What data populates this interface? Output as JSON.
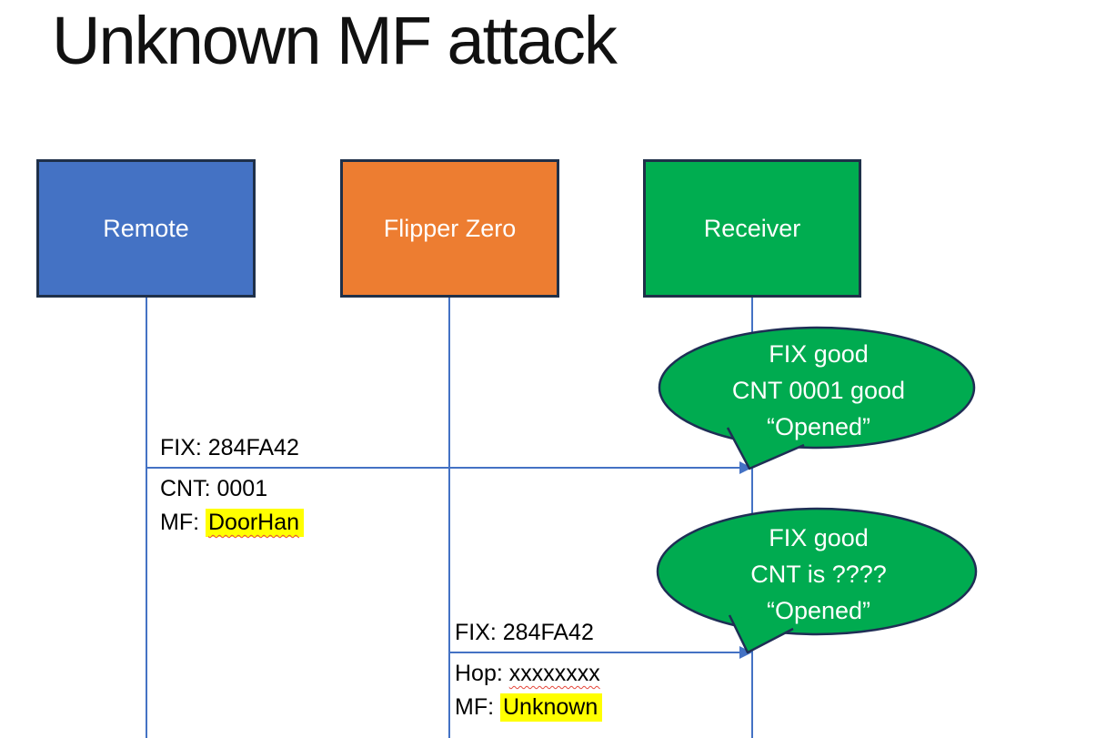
{
  "slide": {
    "title": "Unknown MF attack",
    "background": "#FFFFFF"
  },
  "actors": [
    {
      "label": "Remote",
      "fill": "#4472C4",
      "border": "#1F3049",
      "text_color": "#FFFFFF"
    },
    {
      "label": "Flipper Zero",
      "fill": "#ED7D31",
      "border": "#1F3049",
      "text_color": "#FFFFFF"
    },
    {
      "label": "Receiver",
      "fill": "#00AD50",
      "border": "#1F3049",
      "text_color": "#FFFFFF"
    }
  ],
  "messages": [
    {
      "from": "Remote",
      "to": "Receiver",
      "above": "FIX: 284FA42",
      "below": [
        {
          "prefix": "CNT: ",
          "value": "0001",
          "highlight": false,
          "squiggle": false
        },
        {
          "prefix": "MF: ",
          "value": "DoorHan",
          "highlight": true,
          "squiggle": true
        }
      ]
    },
    {
      "from": "Flipper Zero",
      "to": "Receiver",
      "above": "FIX: 284FA42",
      "below": [
        {
          "prefix": "Hop: ",
          "value": "xxxxxxxx",
          "highlight": false,
          "squiggle": true
        },
        {
          "prefix": "MF: ",
          "value": "Unknown",
          "highlight": true,
          "squiggle": false
        }
      ]
    }
  ],
  "callouts": [
    {
      "lines": [
        "FIX good",
        "CNT 0001 good",
        "“Opened”"
      ],
      "fill": "#00AB50",
      "border": "#1F2E55"
    },
    {
      "lines": [
        "FIX good",
        "CNT is ????",
        "“Opened”"
      ],
      "fill": "#00AB50",
      "border": "#1F2E55"
    }
  ],
  "colors": {
    "lifeline_and_arrow": "#4472C4",
    "highlight": "#FFFF00",
    "squiggle": "#E5473A",
    "label_text": "#000000"
  }
}
